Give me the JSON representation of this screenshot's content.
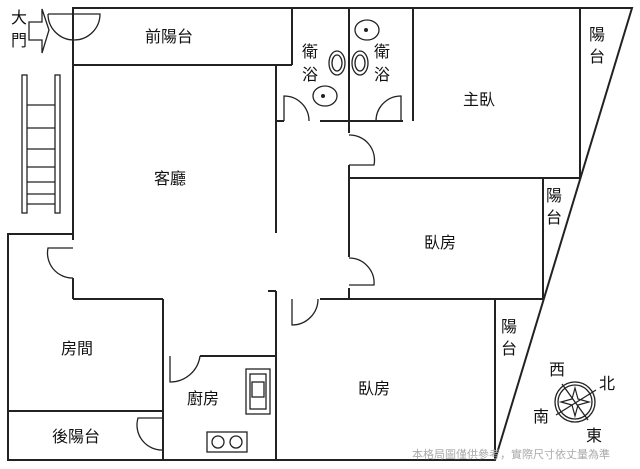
{
  "rooms": {
    "entrance": "大門",
    "front_balcony": "前陽台",
    "bath1": "衛浴",
    "bath2": "衛浴",
    "master_bedroom": "主臥",
    "balcony_master": "陽台",
    "living_room": "客廳",
    "bedroom2": "臥房",
    "balcony_bedroom2": "陽台",
    "room": "房間",
    "kitchen": "廚房",
    "rear_balcony": "後陽台",
    "bedroom3": "臥房",
    "balcony_bedroom3": "陽台"
  },
  "compass": {
    "west": "西",
    "north": "北",
    "south": "南",
    "east": "東"
  },
  "disclaimer": "本格局圖僅供參考，實際尺寸依丈量為準"
}
